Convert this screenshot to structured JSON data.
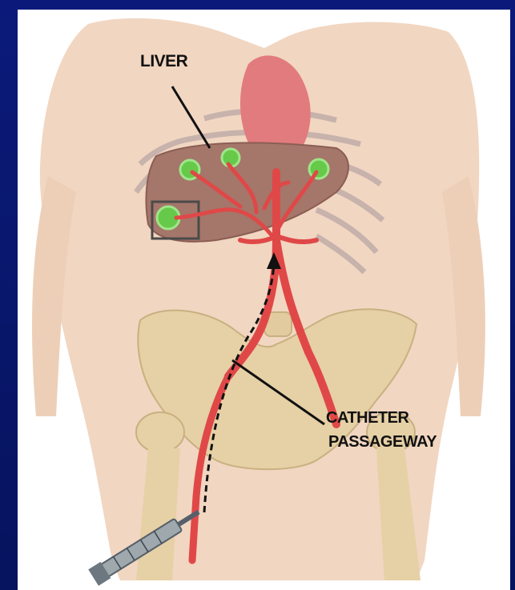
{
  "labels": {
    "liver": "LIVER",
    "catheter_line1": "CATHETER",
    "catheter_line2": "PASSAGEWAY"
  },
  "colors": {
    "background": "#0a1670",
    "skin": "#f2d8c4",
    "artery": "#e04848",
    "liver": "#a8786a",
    "tumor": "#6ccf4a",
    "bone": "#e6d1a7"
  }
}
